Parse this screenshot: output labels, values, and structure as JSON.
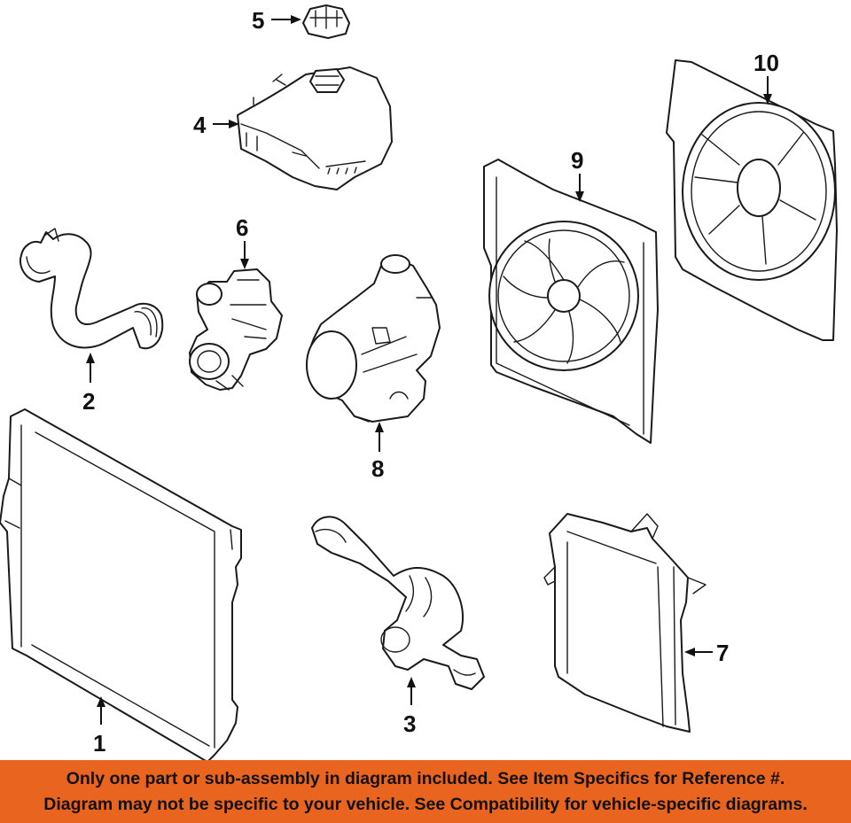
{
  "callouts": {
    "c1": "1",
    "c2": "2",
    "c3": "3",
    "c4": "4",
    "c5": "5",
    "c6": "6",
    "c7": "7",
    "c8": "8",
    "c9": "9",
    "c10": "10"
  },
  "notice": {
    "line1": "Only one part or sub-assembly in diagram included. See Item Specifics for Reference #.",
    "line2": "Diagram may not be specific to your vehicle. See Compatibility for vehicle-specific diagrams."
  },
  "colors": {
    "banner_background": "#e8641f",
    "banner_text": "#111111",
    "line_art": "#1a1a1a"
  }
}
